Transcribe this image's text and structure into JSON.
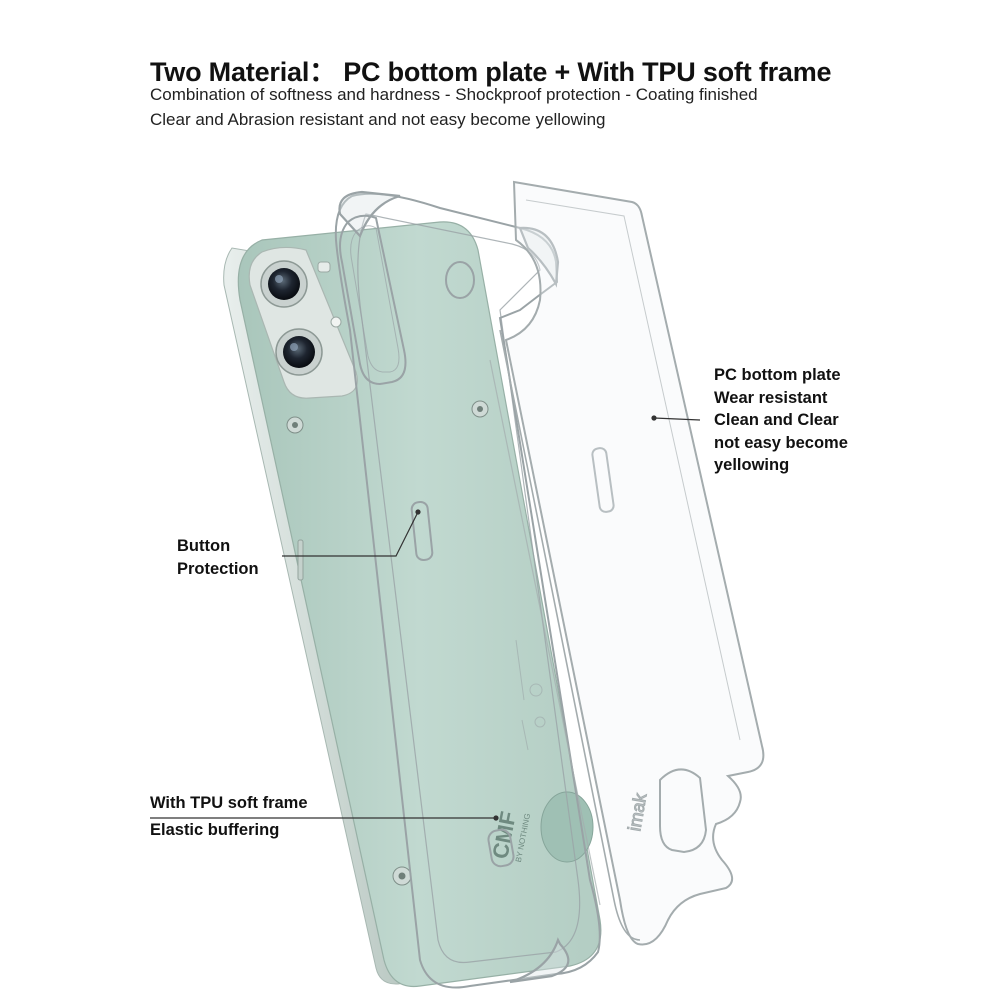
{
  "header": {
    "headline": "Two Material： PC bottom plate + With TPU soft frame",
    "line1": "Combination of softness and hardness - Shockproof protection - Coating finished",
    "line2": "Clear and Abrasion resistant and not easy become yellowing"
  },
  "callouts": {
    "pc_plate": {
      "lines": [
        "PC bottom plate",
        "Wear resistant",
        "Clean and Clear",
        "not easy become",
        "yellowing"
      ]
    },
    "button": {
      "lines": [
        "Button",
        "Protection"
      ]
    },
    "tpu_frame": {
      "lines": [
        "With TPU soft frame",
        "Elastic buffering"
      ]
    }
  },
  "colors": {
    "phone_body": "#b9d3c9",
    "phone_edge": "#d7e3de",
    "camera_plate": "#dfe6e3",
    "case_outline": "#9aa3a6",
    "text": "#111111"
  },
  "product": {
    "phone_logo": "CMF",
    "phone_sublogo": "BY NOTHING"
  }
}
